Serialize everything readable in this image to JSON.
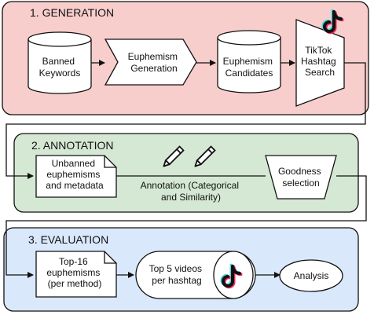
{
  "colors": {
    "generation_fill": "#f8cecc",
    "annotation_fill": "#d5e8d4",
    "evaluation_fill": "#dae8fc",
    "stroke": "#111111"
  },
  "sections": {
    "generation": {
      "title": "1. GENERATION"
    },
    "annotation": {
      "title": "2. ANNOTATION"
    },
    "evaluation": {
      "title": "3. EVALUATION"
    }
  },
  "nodes": {
    "banned_keywords": {
      "shape": "database",
      "lines": [
        "Banned",
        "Keywords"
      ]
    },
    "euphemism_generation": {
      "shape": "chevron",
      "lines": [
        "Euphemism",
        "Generation"
      ]
    },
    "euphemism_candidates": {
      "shape": "database",
      "lines": [
        "Euphemism",
        "Candidates"
      ]
    },
    "tiktok_hashtag_search": {
      "shape": "trapezoid",
      "lines": [
        "TikTok",
        "Hashtag",
        "Search"
      ]
    },
    "unbanned_euphemisms": {
      "shape": "document",
      "lines": [
        "Unbanned",
        "euphemisms",
        "and metadata"
      ]
    },
    "annotation_label": {
      "shape": "text",
      "lines": [
        "Annotation (Categorical",
        "and Similarity)"
      ]
    },
    "goodness_selection": {
      "shape": "inverted-trapezoid",
      "lines": [
        "Goodness",
        "selection"
      ]
    },
    "top16_euphemisms": {
      "shape": "document",
      "lines": [
        "Top-16",
        "euphemisms",
        "(per method)"
      ]
    },
    "top5_videos": {
      "shape": "stadium",
      "lines": [
        "Top 5 videos",
        "per hashtag"
      ]
    },
    "analysis": {
      "shape": "ellipse",
      "lines": [
        "Analysis"
      ]
    }
  },
  "icons": {
    "generation_logo": "tiktok-icon",
    "annotation_tools": [
      "pencil-icon",
      "pencil-icon"
    ],
    "evaluation_logo": "tiktok-icon"
  }
}
